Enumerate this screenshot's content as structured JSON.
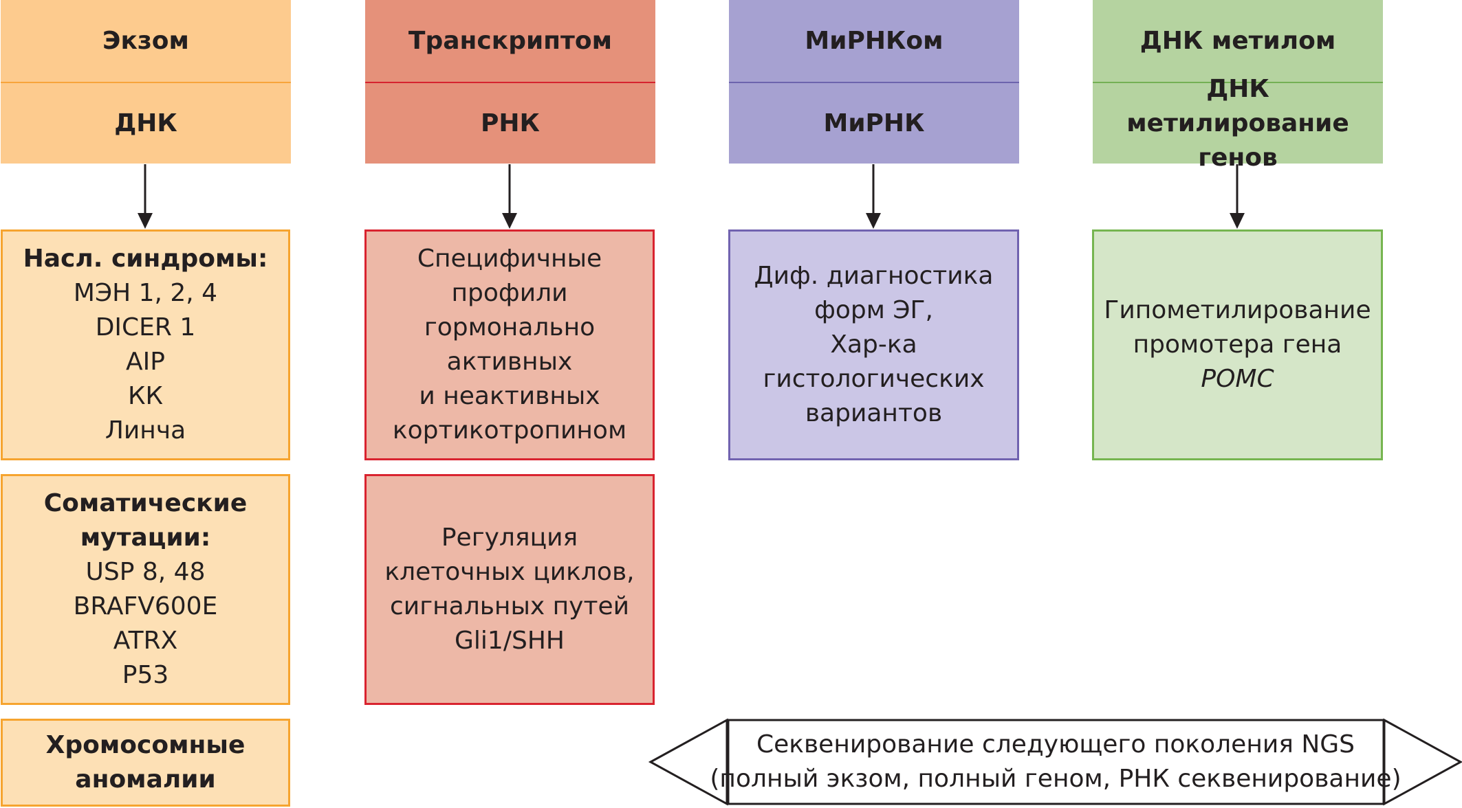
{
  "columns": [
    {
      "title": "Экзом",
      "subtitle": [
        "ДНК"
      ],
      "boxes": [
        {
          "bold": [
            "Насл. синдромы:"
          ],
          "lines": [
            "МЭН 1, 2, 4",
            "DICER 1",
            "AIP",
            "КК",
            "Линча"
          ]
        },
        {
          "bold": [
            "Соматические",
            "мутации:"
          ],
          "lines": [
            "USP 8, 48",
            "BRAFV600E",
            "ATRX",
            "P53"
          ]
        },
        {
          "bold": [
            "Хромосомные",
            "аномалии"
          ],
          "lines": []
        }
      ]
    },
    {
      "title": "Транскриптом",
      "subtitle": [
        "РНК"
      ],
      "boxes": [
        {
          "lines": [
            "Специфичные",
            "профили",
            "гормонально",
            "активных",
            "и неактивных",
            "кортикотропином"
          ]
        },
        {
          "lines": [
            "Регуляция",
            "клеточных циклов,",
            "сигнальных путей",
            "Gli1/SHH"
          ]
        }
      ]
    },
    {
      "title": "МиРНКом",
      "subtitle": [
        "МиРНК"
      ],
      "boxes": [
        {
          "lines": [
            "Диф. диагностика",
            "форм ЭГ,",
            "Хар-ка",
            "гистологических",
            "вариантов"
          ]
        }
      ]
    },
    {
      "title": "ДНК метилом",
      "subtitle": [
        "ДНК метилирование",
        "генов"
      ],
      "boxes": [
        {
          "lines": [
            "Гипометилирование",
            "промотера гена"
          ],
          "italic": [
            "POMC"
          ]
        }
      ]
    }
  ],
  "ngs": {
    "lines": [
      "Секвенирование следующего поколения NGS",
      "(полный экзом, полный геном, РНК секвенирование)"
    ]
  },
  "colors": {
    "exome_header": "#fdcb8e",
    "exome_box": "#fde0b5",
    "exome_border": "#f6a42f",
    "transcriptome_header": "#e5917a",
    "transcriptome_box": "#edb8a7",
    "transcriptome_border": "#d9232f",
    "mirnome_header": "#a6a1d1",
    "mirnome_box": "#cbc6e6",
    "mirnome_border": "#7163b0",
    "methylome_header": "#b5d3a0",
    "methylome_box": "#d5e6c8",
    "methylome_border": "#76b550"
  }
}
